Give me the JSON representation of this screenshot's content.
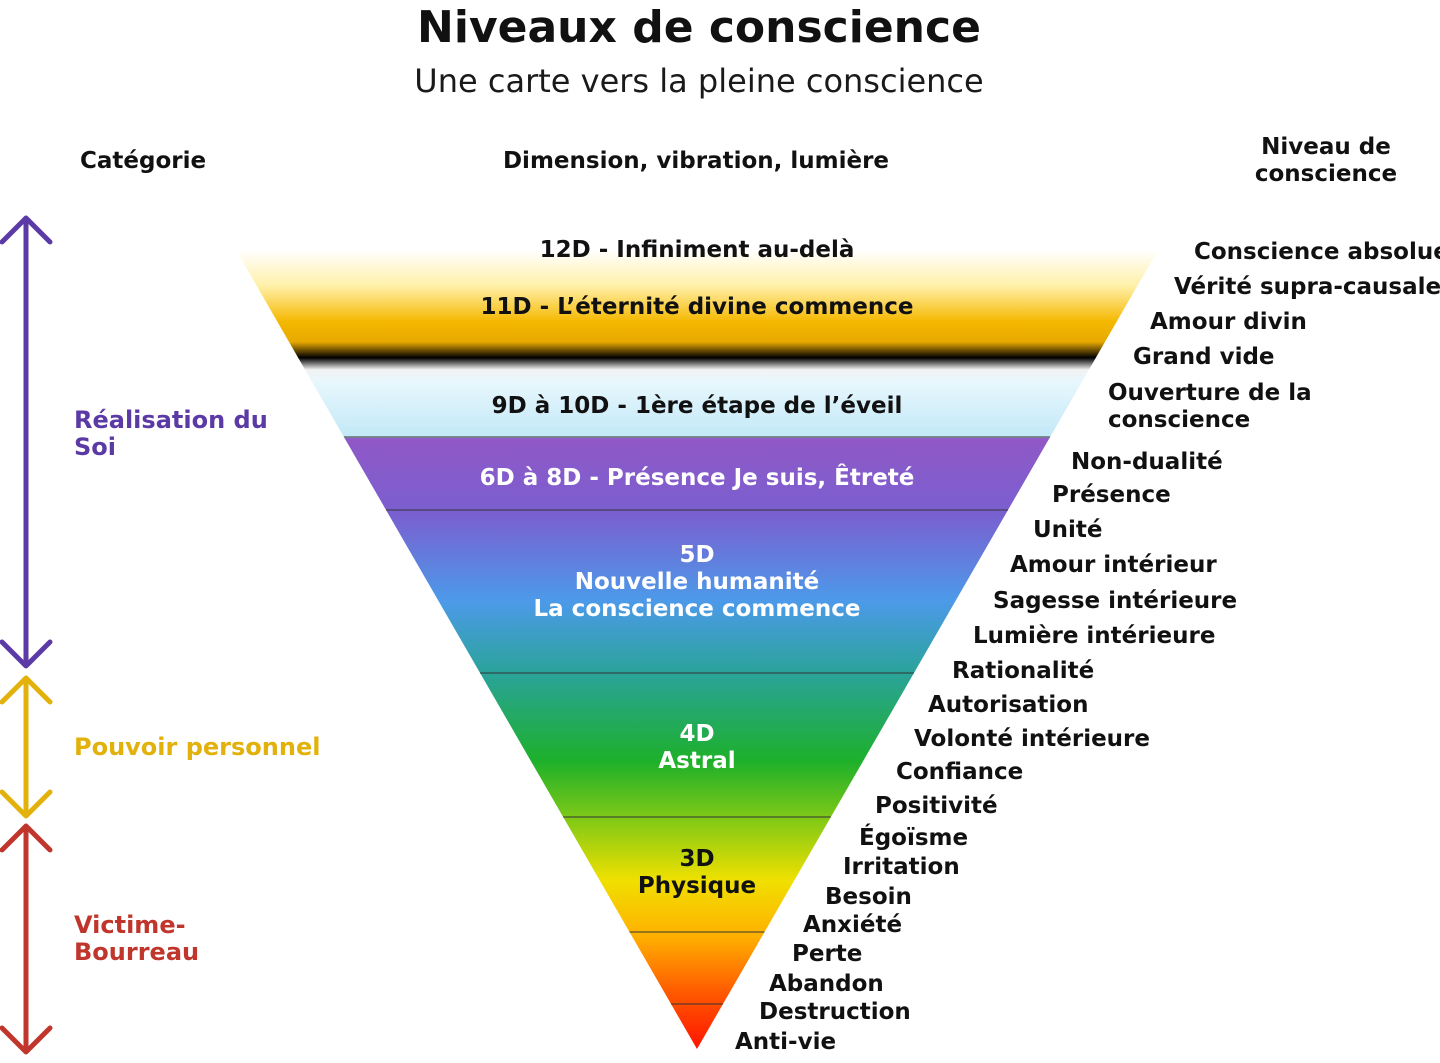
{
  "header": {
    "title": "Niveaux de conscience",
    "subtitle": "Une carte vers la pleine conscience"
  },
  "columns": {
    "category": "Catégorie",
    "dimension": "Dimension, vibration, lumière",
    "level": "Niveau de\nconscience"
  },
  "categories": [
    {
      "label": "Réalisation du\nSoi",
      "color": "#5b3aa6"
    },
    {
      "label": "Pouvoir personnel",
      "color": "#e2b10b"
    },
    {
      "label": "Victime-\nBourreau",
      "color": "#c0362c"
    }
  ],
  "bands": [
    {
      "label": "12D - Infiniment au-delà",
      "text_color": "#111111"
    },
    {
      "label": "11D - L’éternité divine commence",
      "text_color": "#111111"
    },
    {
      "label": "9D à 10D - 1ère étape de l’éveil",
      "text_color": "#111111"
    },
    {
      "label": "6D à 8D - Présence Je suis, Êtreté",
      "text_color": "#ffffff"
    },
    {
      "label": "5D\nNouvelle humanité\nLa conscience commence",
      "text_color": "#ffffff"
    },
    {
      "label": "4D\nAstral",
      "text_color": "#ffffff"
    },
    {
      "label": "3D\nPhysique",
      "text_color": "#111111"
    }
  ],
  "levels": [
    "Conscience absolue",
    "Vérité supra-causale",
    "Amour divin",
    "Grand vide",
    "Ouverture de la\nconscience",
    "Non-dualité",
    "Présence",
    "Unité",
    "Amour intérieur",
    "Sagesse intérieure",
    "Lumière intérieure",
    "Rationalité",
    "Autorisation",
    "Volonté intérieure",
    "Confiance",
    "Positivité",
    "Égoïsme",
    "Irritation",
    "Besoin",
    "Anxiété",
    "Perte",
    "Abandon",
    "Destruction",
    "Anti-vie"
  ],
  "colors": {
    "top_yellow": "#f5b800",
    "light_blue": "#d6f0fb",
    "purple": "#8a4fc4",
    "blue": "#4a9ae8",
    "green": "#1fb02a",
    "yellow": "#f2e400",
    "red": "#ff1a00"
  }
}
